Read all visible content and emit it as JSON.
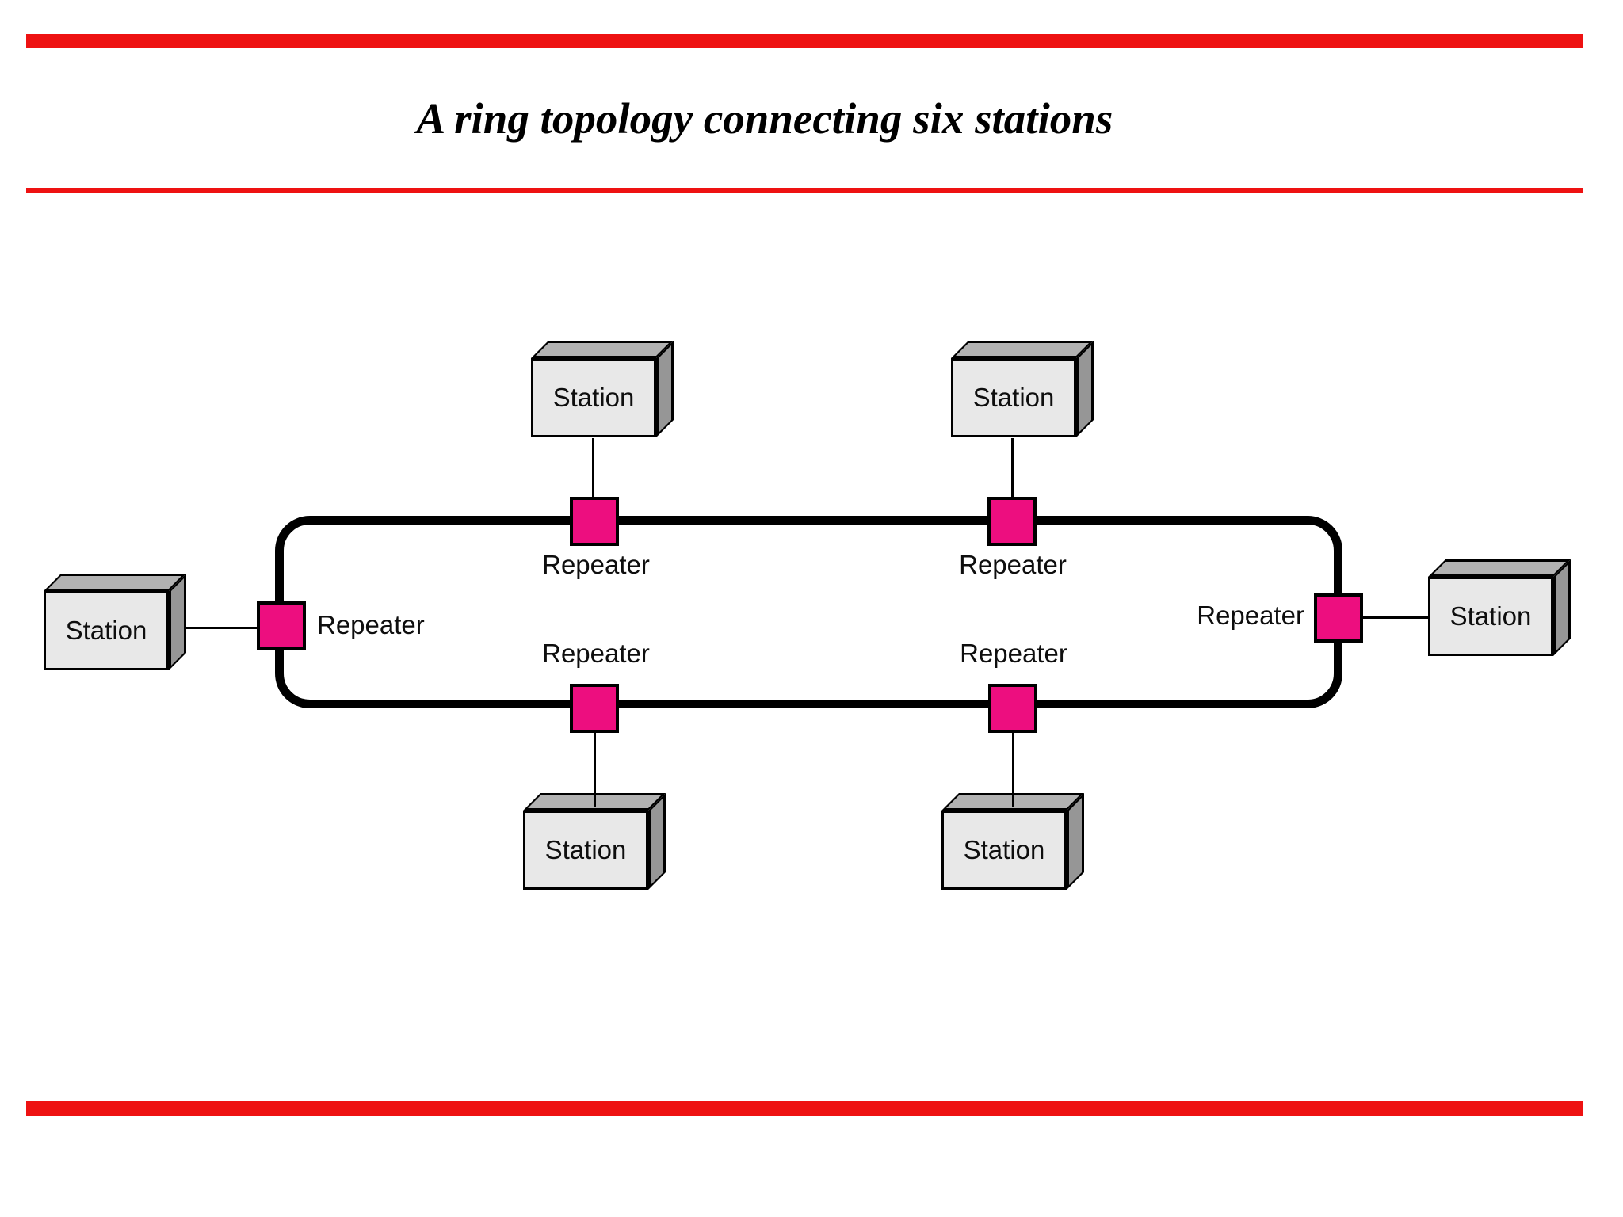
{
  "title": "A ring topology connecting six stations",
  "colors": {
    "rule_red": "#ee1212",
    "repeater_pink": "#ed0e7f",
    "station_front_gray": "#e8e8e8",
    "station_top_gray": "#b2b2b2",
    "station_side_gray": "#969696",
    "ring_black": "#000000"
  },
  "diagram": {
    "type": "ring-topology",
    "stations": [
      {
        "position": "top-left",
        "label": "Station"
      },
      {
        "position": "top-right",
        "label": "Station"
      },
      {
        "position": "left",
        "label": "Station"
      },
      {
        "position": "right",
        "label": "Station"
      },
      {
        "position": "bottom-left",
        "label": "Station"
      },
      {
        "position": "bottom-right",
        "label": "Station"
      }
    ],
    "repeaters": [
      {
        "position": "top-left",
        "label": "Repeater"
      },
      {
        "position": "top-right",
        "label": "Repeater"
      },
      {
        "position": "left",
        "label": "Repeater"
      },
      {
        "position": "right",
        "label": "Repeater"
      },
      {
        "position": "bottom-left",
        "label": "Repeater"
      },
      {
        "position": "bottom-right",
        "label": "Repeater"
      }
    ]
  }
}
